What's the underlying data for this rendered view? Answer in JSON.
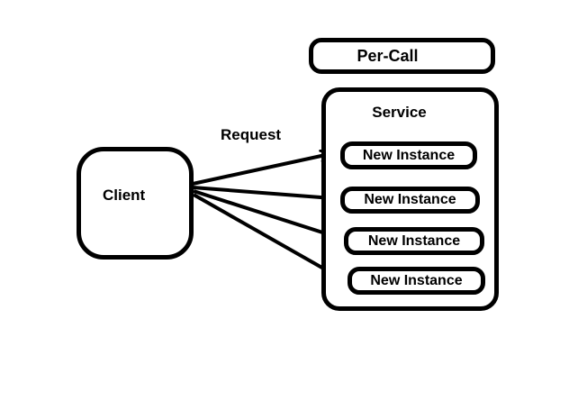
{
  "diagram": {
    "title": "Per-Call",
    "request_label": "Request",
    "client": {
      "label": "Client"
    },
    "service": {
      "label": "Service",
      "instances": [
        {
          "label": "New Instance"
        },
        {
          "label": "New Instance"
        },
        {
          "label": "New Instance"
        },
        {
          "label": "New Instance"
        }
      ]
    },
    "connections": [
      {
        "from": "Client",
        "to": "New Instance 1",
        "label": "Request"
      },
      {
        "from": "Client",
        "to": "New Instance 2",
        "label": "Request"
      },
      {
        "from": "Client",
        "to": "New Instance 3",
        "label": "Request"
      },
      {
        "from": "Client",
        "to": "New Instance 4",
        "label": "Request"
      }
    ],
    "colors": {
      "stroke": "#000000",
      "background": "#ffffff",
      "text": "#000000"
    }
  }
}
